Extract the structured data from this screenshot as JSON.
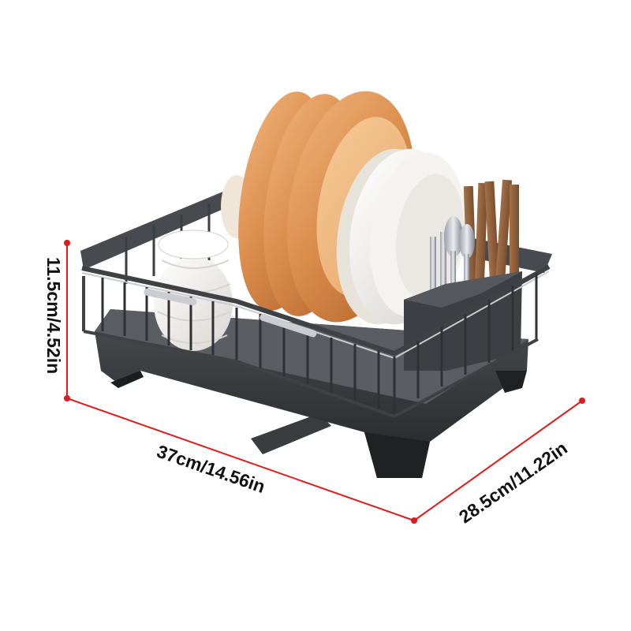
{
  "product": {
    "name_icon": "dish-drying-rack-illustration",
    "frame_color": "#3f4245",
    "tray_color": "#2e3033",
    "accent_color": "#c9ccd0"
  },
  "dimensions": {
    "line_color": "#e01b1b",
    "height_label": "11.5cm/4.52in",
    "width_label": "37cm/14.56in",
    "depth_label": "28.5cm/11.22in"
  }
}
